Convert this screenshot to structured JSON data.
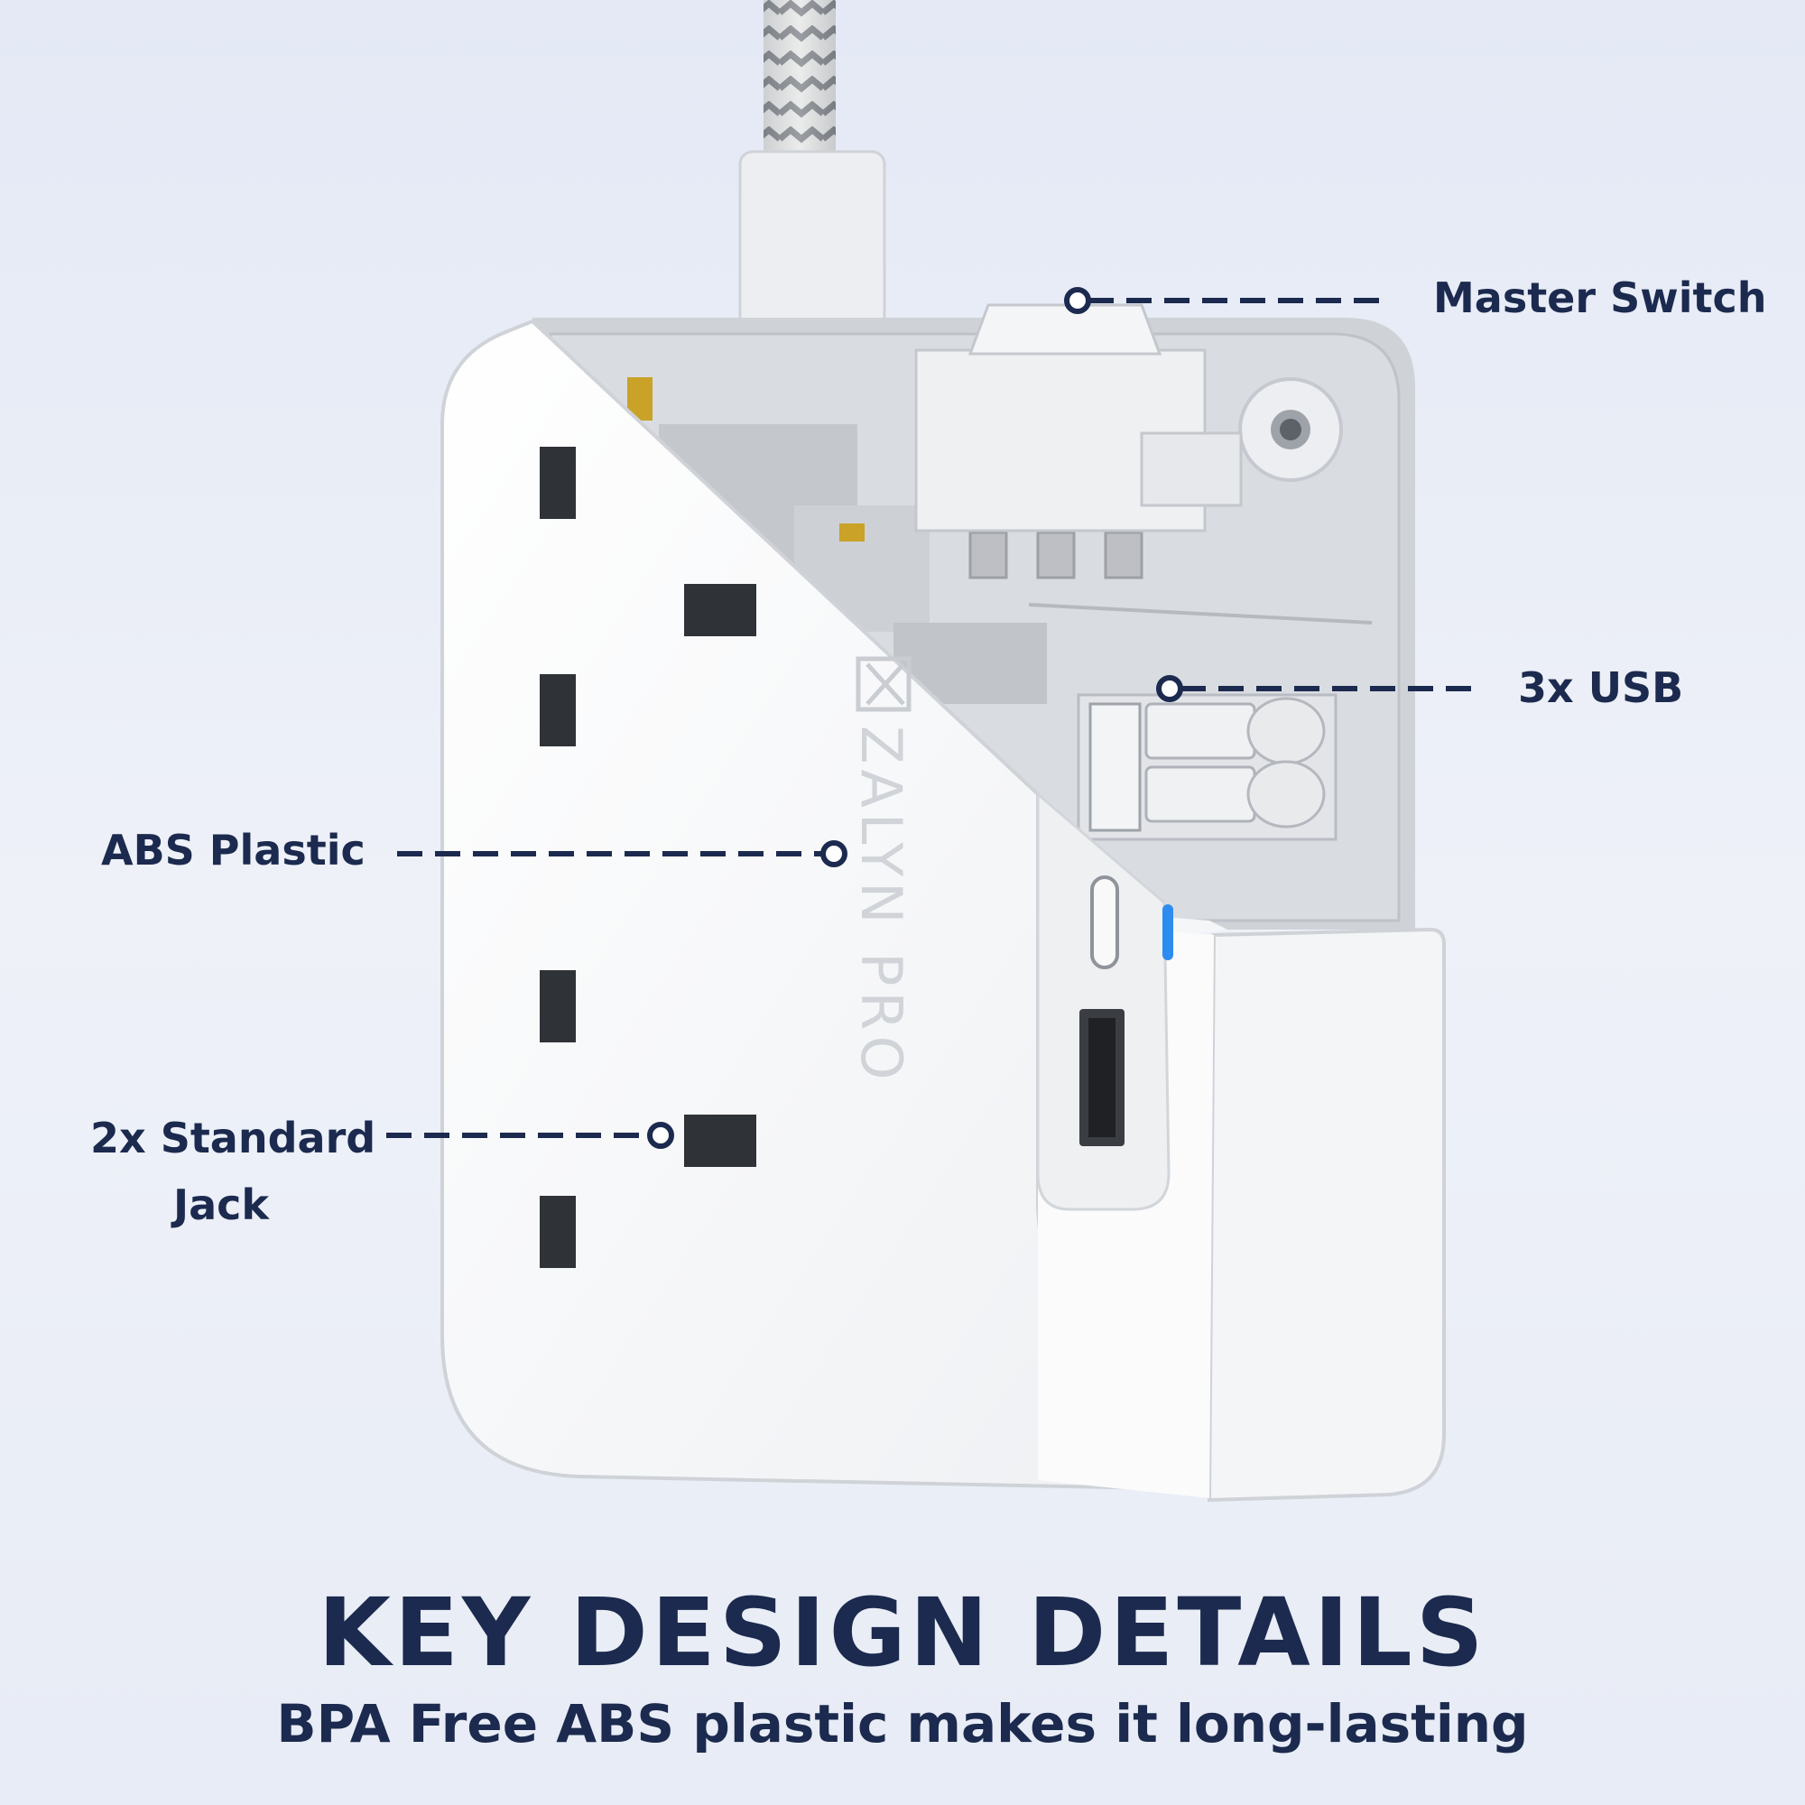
{
  "callouts": {
    "master_switch": "Master Switch",
    "usb": "3x USB",
    "abs_plastic": "ABS Plastic",
    "standard_jack_line1": "2x Standard",
    "standard_jack_line2": "Jack"
  },
  "brand_mark": "ZALYN PRO",
  "headline": "KEY DESIGN DETAILS",
  "subline": "BPA Free ABS plastic makes it long-lasting",
  "colors": {
    "navy": "#1b2a4e",
    "background": "#e8ecf6",
    "indicator_blue": "#2d8cf0"
  }
}
